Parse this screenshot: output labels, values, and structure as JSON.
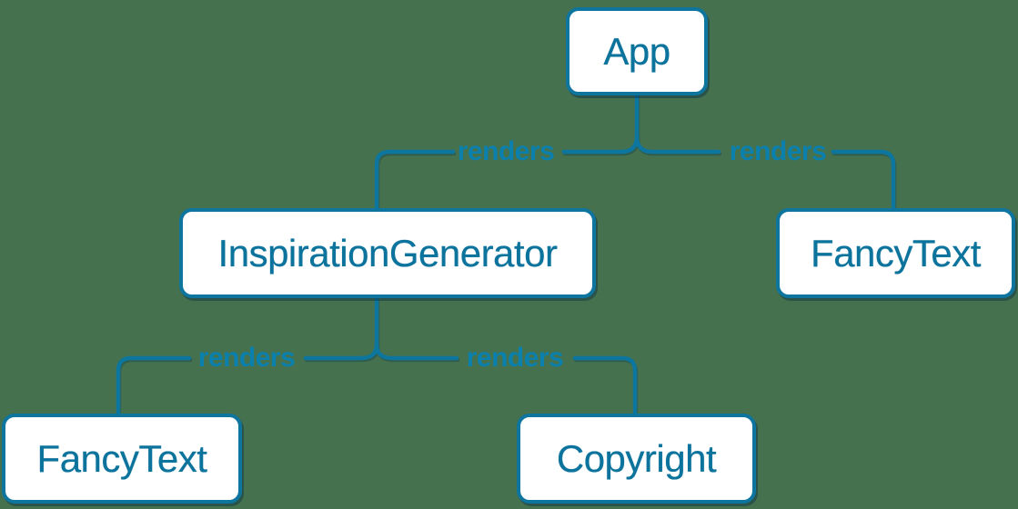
{
  "background_color": "#45714F",
  "colors": {
    "node_background": "#ffffff",
    "node_border": "#0d759e",
    "node_text": "#0c739c",
    "edge_line": "#0e769f",
    "edge_label_text": "#0b80ad",
    "shadow": "rgba(8,48,68,0.45)"
  },
  "diagram": {
    "type": "component-render-tree",
    "nodes": [
      {
        "id": "app",
        "label": "App"
      },
      {
        "id": "inspiration-generator",
        "label": "InspirationGenerator"
      },
      {
        "id": "fancy-text-top-right",
        "label": "FancyText"
      },
      {
        "id": "fancy-text-bottom-left",
        "label": "FancyText"
      },
      {
        "id": "copyright",
        "label": "Copyright"
      }
    ],
    "edges": [
      {
        "from": "App",
        "to": "InspirationGenerator",
        "label": "renders"
      },
      {
        "from": "App",
        "to": "FancyText",
        "label": "renders"
      },
      {
        "from": "InspirationGenerator",
        "to": "FancyText",
        "label": "renders"
      },
      {
        "from": "InspirationGenerator",
        "to": "Copyright",
        "label": "renders"
      }
    ]
  }
}
